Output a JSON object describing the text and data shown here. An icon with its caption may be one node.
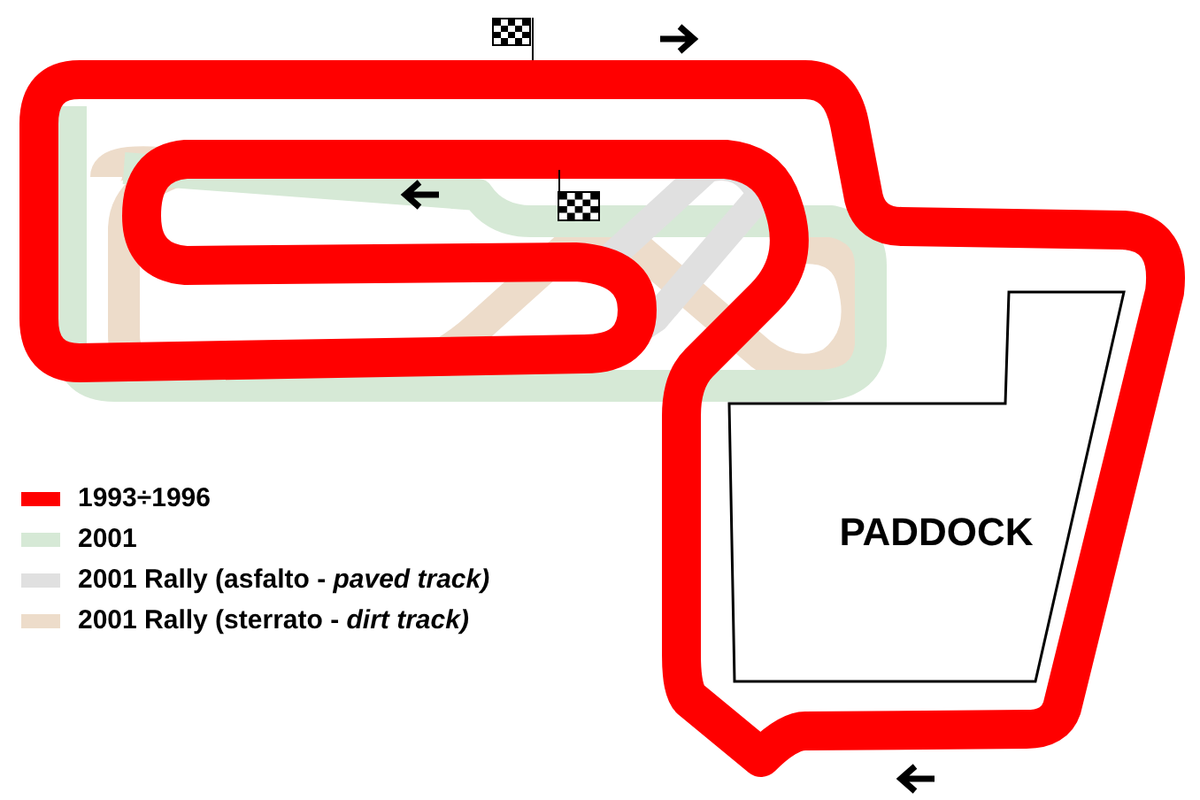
{
  "diagram": {
    "nodes": [
      {
        "text": [
          "PADDOCK"
        ]
      }
    ],
    "legend": [
      {
        "text": "1993÷1996",
        "color": "#ff0000"
      },
      {
        "text": "2001",
        "color": "#d6e9d6"
      },
      {
        "text": "2001 Rally (asfalto - *paved track)*",
        "color": "#e0e0e0"
      },
      {
        "text": "2001 Rally (sterrato - *dirt track)*",
        "color": "#eddcca"
      }
    ]
  }
}
